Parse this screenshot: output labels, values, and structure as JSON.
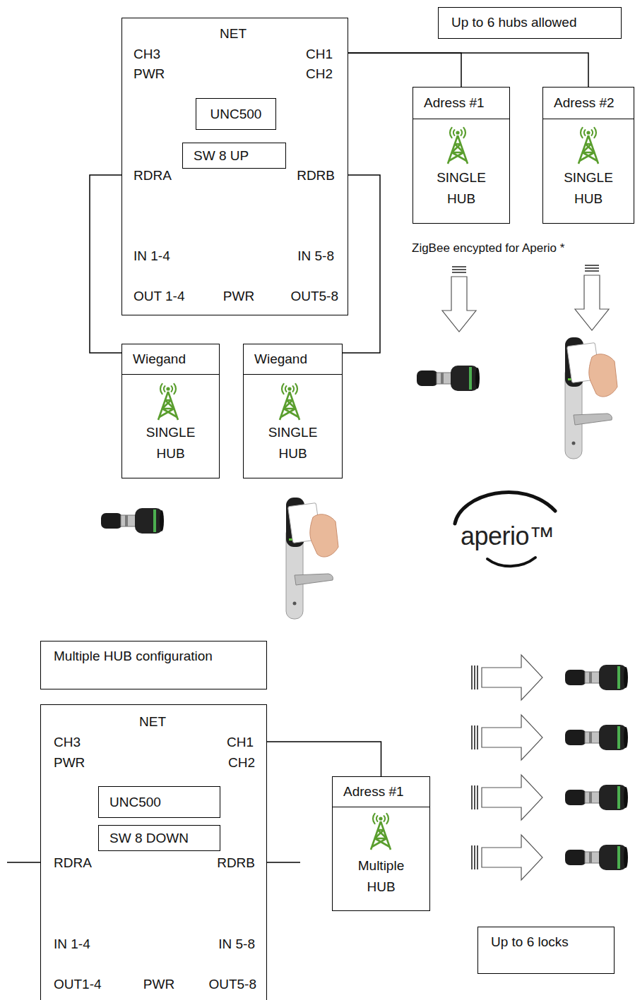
{
  "diagram": {
    "nodes": [
      {
        "text": [
          "NET",
          "CH3",
          "PWR",
          "CH1",
          "CH2",
          "RDRA",
          "RDRB",
          "IN 1-4",
          "IN 5-8",
          "OUT 1-4",
          "PWR",
          "OUT5-8"
        ]
      },
      {
        "text": [
          "UNC500"
        ],
        "in": 0
      },
      {
        "text": [
          "SW 8 UP"
        ],
        "in": 0
      },
      {
        "text": [
          "Up to 6 hubs allowed"
        ]
      },
      {
        "text": [
          "Adress #1",
          "SINGLE HUB"
        ]
      },
      {
        "text": [
          "Adress #2",
          "SINGLE HUB"
        ]
      },
      {
        "text": [
          "Wiegand",
          "SINGLE HUB"
        ]
      },
      {
        "text": [
          "Wiegand",
          "SINGLE HUB"
        ]
      },
      {
        "text": [
          "Multiple HUB configuration"
        ]
      },
      {
        "text": [
          "NET",
          "CH3",
          "PWR",
          "CH1",
          "CH2",
          "RDRA",
          "RDRB",
          "IN 1-4",
          "IN 5-8",
          "OUT1-4",
          "PWR",
          "OUT5-8"
        ]
      },
      {
        "text": [
          "UNC500"
        ],
        "in": 9
      },
      {
        "text": [
          "SW 8 DOWN"
        ],
        "in": 9
      },
      {
        "text": [
          "Adress #1",
          "Multiple HUB"
        ]
      },
      {
        "text": [
          "Up to 6 locks"
        ]
      }
    ],
    "edges": [
      {
        "from": 0,
        "to": 4,
        "arrow": "none"
      },
      {
        "from": 0,
        "to": 5,
        "arrow": "none"
      },
      {
        "from": 0,
        "to": 6,
        "arrow": "none"
      },
      {
        "from": 0,
        "to": 7,
        "arrow": "none"
      },
      {
        "from": 9,
        "to": 12,
        "arrow": "none"
      }
    ],
    "labels": [
      "ZigBee encypted for Aperio *",
      "aperio™"
    ]
  }
}
